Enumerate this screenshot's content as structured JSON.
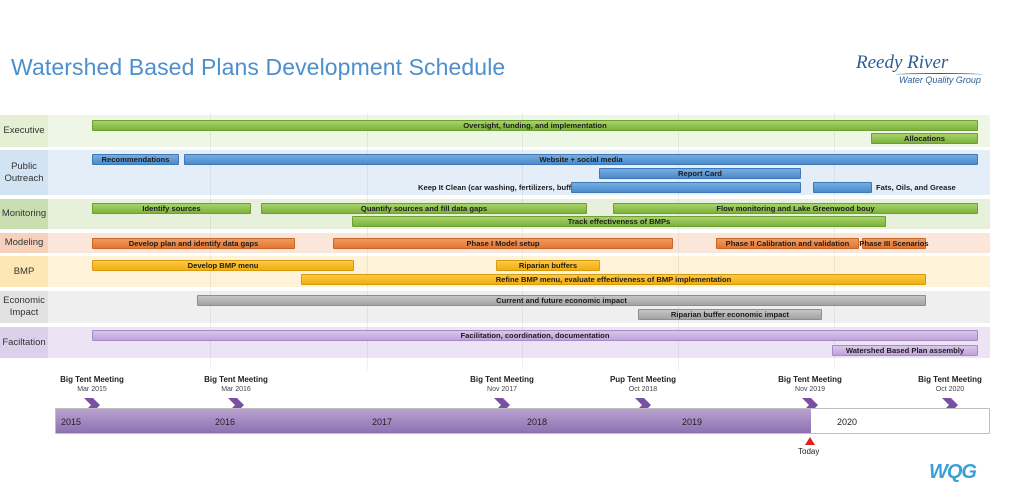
{
  "title": "Watershed Based Plans Development Schedule",
  "logo": {
    "main": "Reedy River",
    "sub": "Water Quality Group"
  },
  "corner_logo": "WQG",
  "colors": {
    "title": "#4d8fcc",
    "green": "#7eb23d",
    "blue": "#4b8bcd",
    "orange": "#e27733",
    "yellow": "#f3ad12",
    "gray": "#a3a3a3",
    "purple": "#bea3d9",
    "today": "#e02020"
  },
  "categories": {
    "executive": "Executive",
    "public_outreach": "Public Outreach",
    "monitoring": "Monitoring",
    "modeling": "Modeling",
    "bmp": "BMP",
    "economic_impact": "Economic Impact",
    "facilitation": "Faciltation"
  },
  "tasks": {
    "oversight": "Oversight, funding, and implementation",
    "allocations": "Allocations",
    "recommendations": "Recommendations",
    "website": "Website + social media",
    "report_card": "Report Card",
    "keep_it_clean": "Keep It Clean (car washing, fertilizers, buffers)",
    "fats_oils": "Fats, Oils, and Grease",
    "identify_sources": "Identify sources",
    "quantify_sources": "Quantify sources and fill data gaps",
    "flow_monitoring": "Flow monitoring and Lake Greenwood bouy",
    "track_bmps": "Track effectiveness of BMPs",
    "develop_plan": "Develop plan and identify data gaps",
    "phase1": "Phase I Model setup",
    "phase2": "Phase II Calibration and validation",
    "phase3": "Phase III Scenarios",
    "develop_bmp": "Develop BMP menu",
    "riparian_buffers": "Riparian buffers",
    "refine_bmp": "Refine BMP menu, evaluate effectiveness of BMP implementation",
    "econ_impact": "Current and future economic impact",
    "riparian_econ": "Riparian buffer economic impact",
    "facilitation": "Facilitation, coordination, documentation",
    "wbp_assembly": "Watershed Based Plan assembly"
  },
  "milestones": [
    {
      "name": "Big Tent Meeting",
      "date": "Mar 2015"
    },
    {
      "name": "Big Tent Meeting",
      "date": "Mar 2016"
    },
    {
      "name": "Big Tent Meeting",
      "date": "Nov 2017"
    },
    {
      "name": "Pup Tent Meeting",
      "date": "Oct 2018"
    },
    {
      "name": "Big Tent Meeting",
      "date": "Nov 2019"
    },
    {
      "name": "Big Tent Meeting",
      "date": "Oct 2020"
    }
  ],
  "years": [
    "2015",
    "2016",
    "2017",
    "2018",
    "2019",
    "2020"
  ],
  "today_label": "Today"
}
